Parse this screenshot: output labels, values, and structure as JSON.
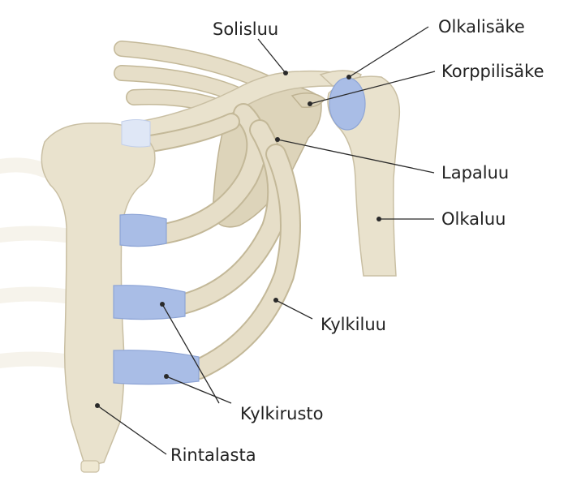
{
  "labels": {
    "solisluu": "Solisluu",
    "olkalisake": "Olkalisäke",
    "korppilisake": "Korppilisäke",
    "lapaluu": "Lapaluu",
    "olkaluu": "Olkaluu",
    "kylkiluu": "Kylkiluu",
    "kylkirusto": "Kylkirusto",
    "rintalasta": "Rintalasta"
  },
  "colors": {
    "bone": "#e9e2cd",
    "cartilage": "#a9bde6",
    "leader": "#2a2a2a"
  }
}
